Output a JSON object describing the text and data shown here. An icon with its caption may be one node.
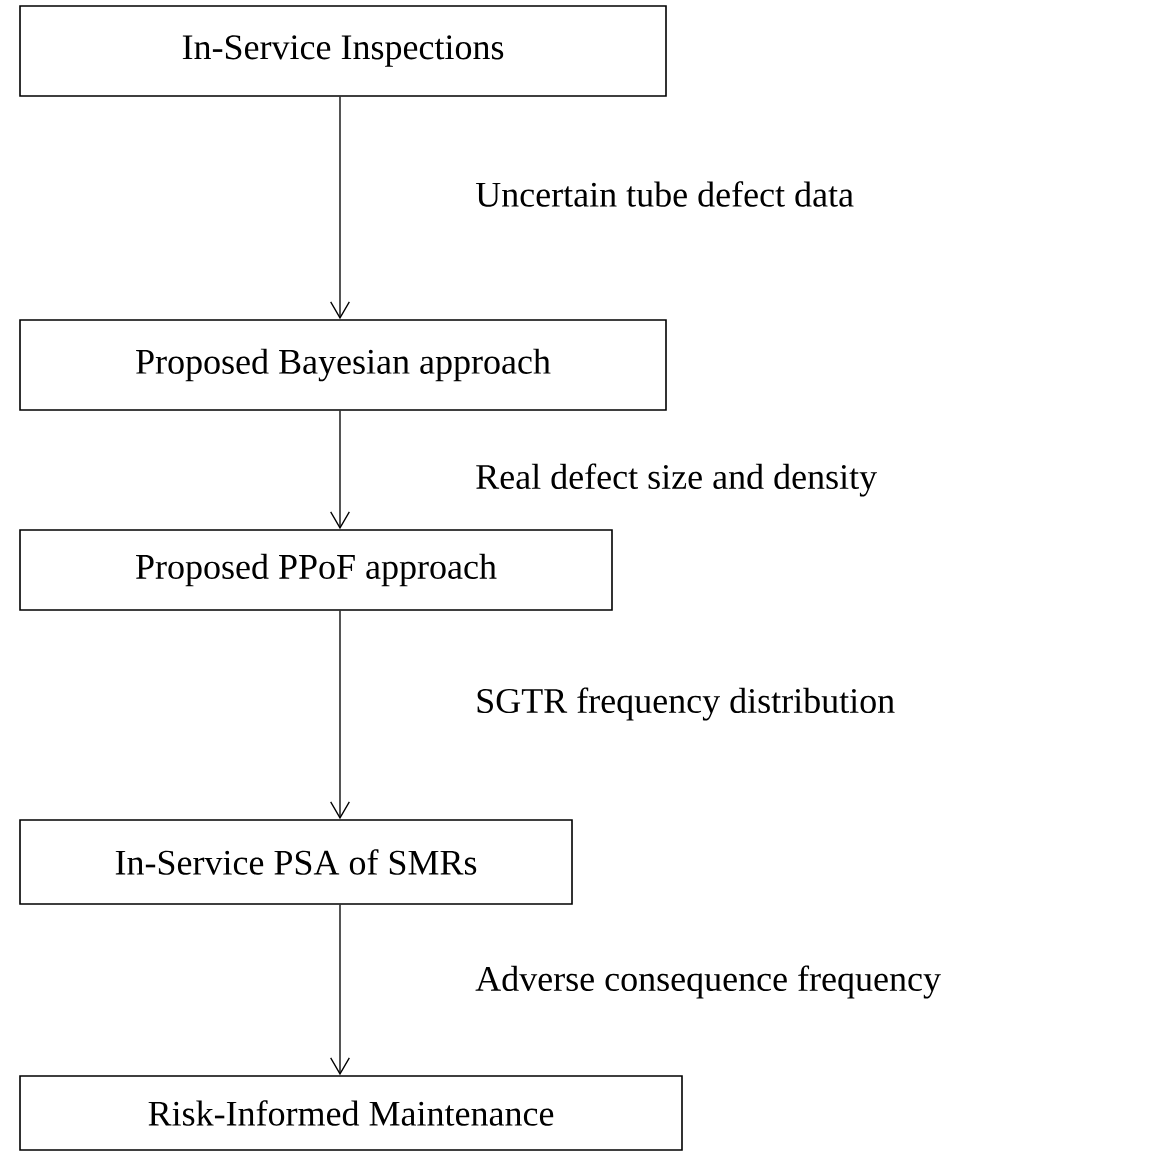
{
  "diagram": {
    "nodes": [
      {
        "text": [
          "In-Service Inspections"
        ]
      },
      {
        "text": [
          "Proposed Bayesian approach"
        ]
      },
      {
        "text": [
          "Proposed PPoF approach"
        ]
      },
      {
        "text": [
          "In-Service PSA of SMRs"
        ]
      },
      {
        "text": [
          "Risk-Informed Maintenance"
        ]
      }
    ],
    "edges": [
      {
        "from": 0,
        "to": 1,
        "arrow": "to",
        "label": "Uncertain tube defect data"
      },
      {
        "from": 1,
        "to": 2,
        "arrow": "to",
        "label": "Real defect size and density"
      },
      {
        "from": 2,
        "to": 3,
        "arrow": "to",
        "label": "SGTR frequency distribution"
      },
      {
        "from": 3,
        "to": 4,
        "arrow": "to",
        "label": "Adverse consequence frequency"
      }
    ]
  }
}
